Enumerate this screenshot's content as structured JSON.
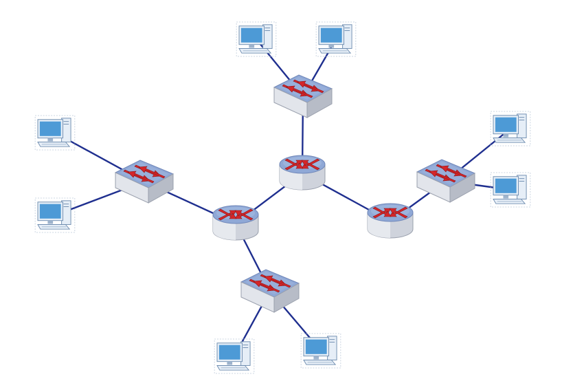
{
  "diagram": {
    "topology": "extended-star",
    "colors": {
      "link": "#1f2f8f",
      "device_top": "#8fa8d6",
      "device_side": "#c9cdd8",
      "arrow": "#d4262a",
      "monitor_screen": "#4d9ad6",
      "monitor_body": "#e6eef7"
    },
    "nodes": [
      {
        "id": "router-center",
        "type": "router",
        "icon": "router-icon"
      },
      {
        "id": "router-left",
        "type": "router",
        "icon": "router-icon"
      },
      {
        "id": "router-right",
        "type": "router",
        "icon": "router-icon"
      },
      {
        "id": "switch-top",
        "type": "switch",
        "icon": "switch-icon"
      },
      {
        "id": "switch-left",
        "type": "switch",
        "icon": "switch-icon"
      },
      {
        "id": "switch-right",
        "type": "switch",
        "icon": "switch-icon"
      },
      {
        "id": "switch-bottom",
        "type": "switch",
        "icon": "switch-icon"
      },
      {
        "id": "pc-top-left",
        "type": "computer",
        "icon": "computer-icon"
      },
      {
        "id": "pc-top-right",
        "type": "computer",
        "icon": "computer-icon"
      },
      {
        "id": "pc-left-upper",
        "type": "computer",
        "icon": "computer-icon"
      },
      {
        "id": "pc-left-lower",
        "type": "computer",
        "icon": "computer-icon"
      },
      {
        "id": "pc-right-upper",
        "type": "computer",
        "icon": "computer-icon"
      },
      {
        "id": "pc-right-lower",
        "type": "computer",
        "icon": "computer-icon"
      },
      {
        "id": "pc-bottom-left",
        "type": "computer",
        "icon": "computer-icon"
      },
      {
        "id": "pc-bottom-right",
        "type": "computer",
        "icon": "computer-icon"
      }
    ],
    "links": [
      [
        "router-center",
        "switch-top"
      ],
      [
        "router-center",
        "router-left"
      ],
      [
        "router-center",
        "router-right"
      ],
      [
        "router-left",
        "switch-left"
      ],
      [
        "router-left",
        "switch-bottom"
      ],
      [
        "router-right",
        "switch-right"
      ],
      [
        "switch-top",
        "pc-top-left"
      ],
      [
        "switch-top",
        "pc-top-right"
      ],
      [
        "switch-left",
        "pc-left-upper"
      ],
      [
        "switch-left",
        "pc-left-lower"
      ],
      [
        "switch-right",
        "pc-right-upper"
      ],
      [
        "switch-right",
        "pc-right-lower"
      ],
      [
        "switch-bottom",
        "pc-bottom-left"
      ],
      [
        "switch-bottom",
        "pc-bottom-right"
      ]
    ]
  }
}
